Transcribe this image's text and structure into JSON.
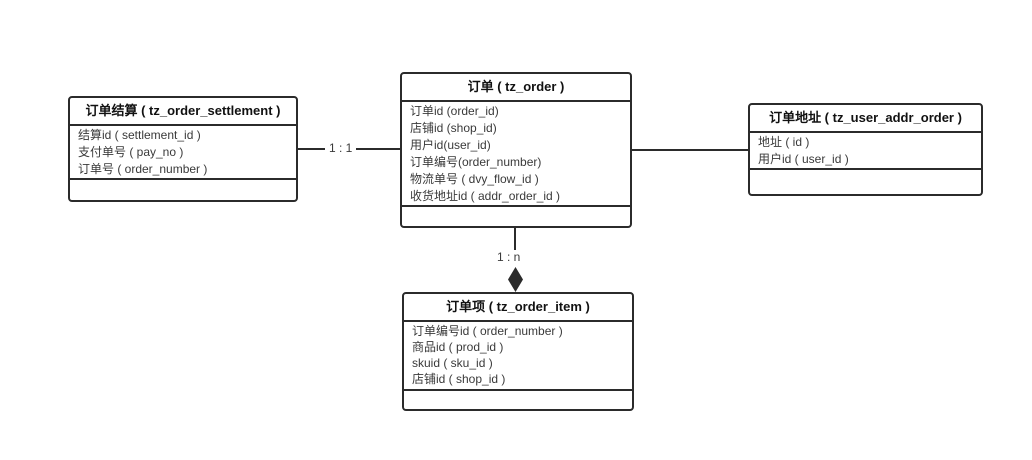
{
  "diagram": {
    "colors": {
      "border": "#2b2b2b",
      "text": "#3a3a3a",
      "background": "#ffffff"
    },
    "tables": [
      {
        "name": "tz_order_settlement",
        "title": "订单结算 ( tz_order_settlement )",
        "fields": [
          "结算id ( settlement_id )",
          "支付单号 ( pay_no )",
          "订单号 ( order_number )"
        ]
      },
      {
        "name": "tz_order",
        "title": "订单 ( tz_order )",
        "fields": [
          "订单id (order_id)",
          "店铺id (shop_id)",
          "用户id(user_id)",
          "订单编号(order_number)",
          "物流单号 ( dvy_flow_id )",
          "收货地址id ( addr_order_id )"
        ]
      },
      {
        "name": "tz_user_addr_order",
        "title": "订单地址 ( tz_user_addr_order )",
        "fields": [
          "地址 ( id )",
          "用户id ( user_id )"
        ]
      },
      {
        "name": "tz_order_item",
        "title": "订单项 ( tz_order_item )",
        "fields": [
          "订单编号id ( order_number )",
          "商品id ( prod_id )",
          "skuid ( sku_id )",
          "店铺id ( shop_id )"
        ]
      }
    ],
    "connectors": {
      "settlement_order": {
        "label": "1 : 1"
      },
      "order_addr": {
        "label": ""
      },
      "order_item": {
        "label": "1 : n"
      }
    }
  }
}
